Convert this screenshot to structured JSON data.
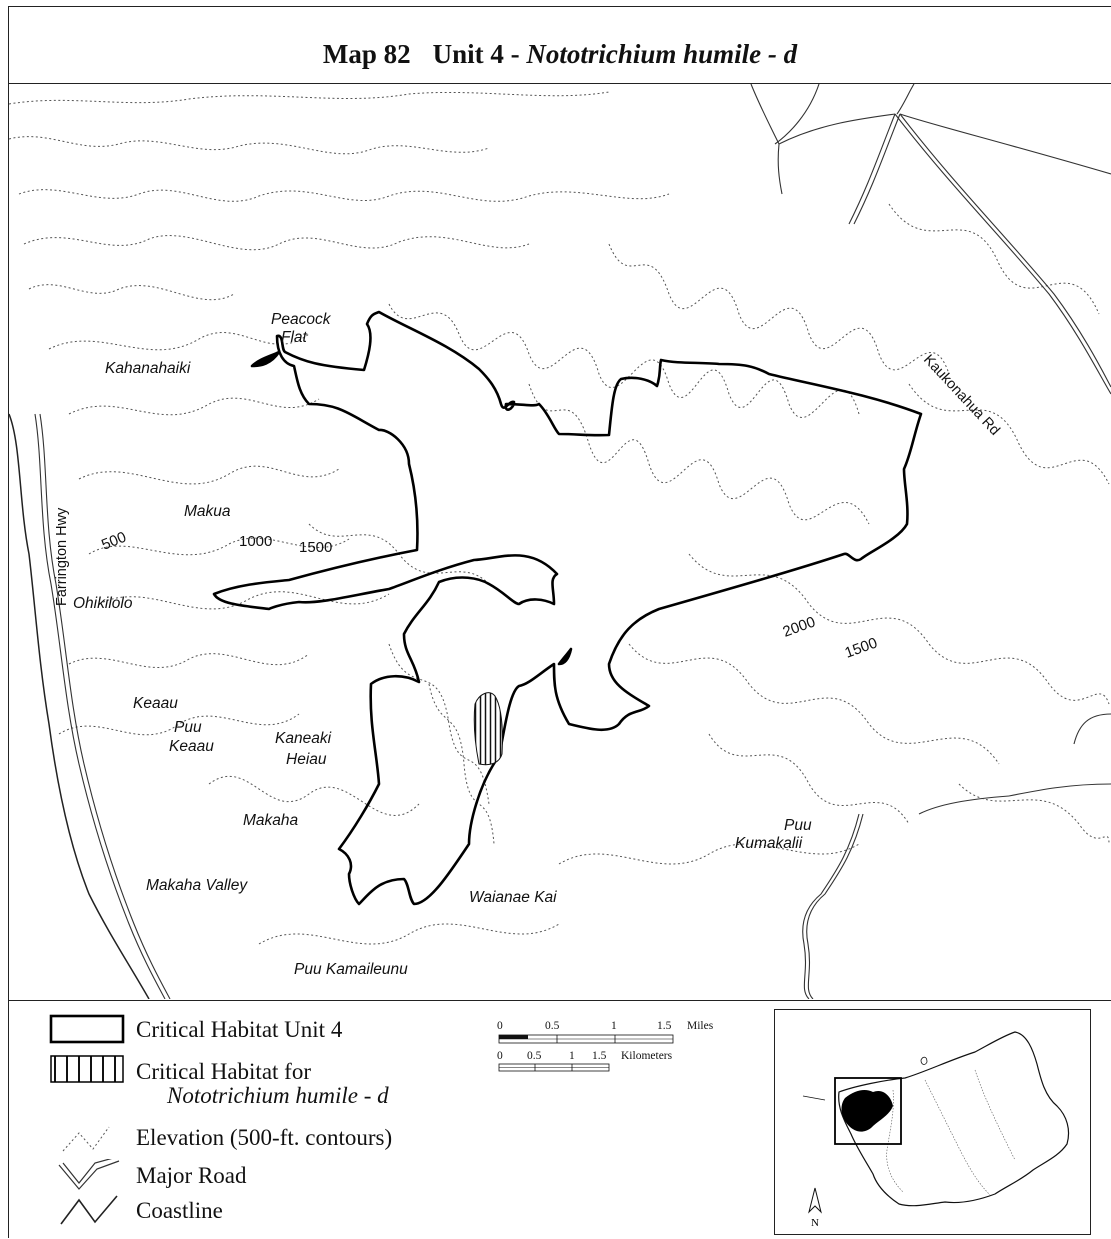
{
  "title": {
    "map_number": "Map 82",
    "unit": "Unit 4 -",
    "species": "Nototrichium humile - d"
  },
  "map": {
    "roads": {
      "farrington": "Farrington Hwy",
      "kaukonahua": "Kaukonahua Rd"
    },
    "places": {
      "peacock_1": "Peacock",
      "peacock_2": "Flat",
      "kahanahaiki": "Kahanahaiki",
      "makua": "Makua",
      "ohikilolo": "Ohikilolo",
      "keaau": "Keaau",
      "puu_keaau_1": "Puu",
      "puu_keaau_2": "Keaau",
      "kaneaki_1": "Kaneaki",
      "kaneaki_2": "Heiau",
      "makaha": "Makaha",
      "makaha_valley": "Makaha Valley",
      "waianae_kai": "Waianae Kai",
      "puu_kamaileunu": "Puu Kamaileunu",
      "puu_kumakalii_1": "Puu",
      "puu_kumakalii_2": "Kumakalii"
    },
    "contours": {
      "c500": "500",
      "c1000": "1000",
      "c1500_w": "1500",
      "c2000": "2000",
      "c1500_e": "1500"
    }
  },
  "legend": {
    "unit": "Critical Habitat Unit 4",
    "species_1": "Critical Habitat for",
    "species_2": "Nototrichium humile - d",
    "elevation": "Elevation (500-ft. contours)",
    "road": "Major Road",
    "coastline": "Coastline"
  },
  "scale": {
    "miles_ticks": [
      "0",
      "0.5",
      "1",
      "1.5"
    ],
    "miles_unit": "Miles",
    "km_ticks": [
      "0",
      "0.5",
      "1",
      "1.5"
    ],
    "km_unit": "Kilometers"
  },
  "inset": {
    "north": "N"
  }
}
